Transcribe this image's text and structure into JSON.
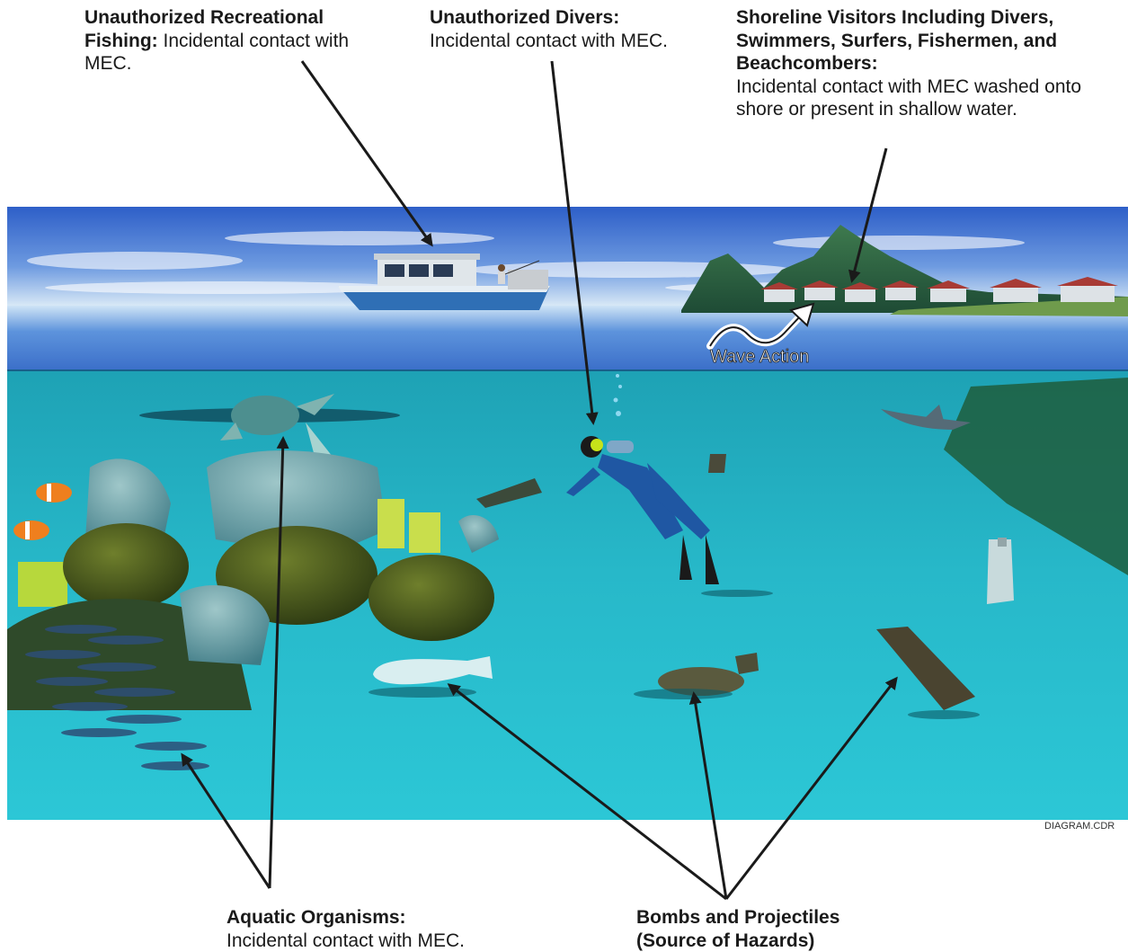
{
  "labels": {
    "fishing": {
      "title": "Unauthorized Recreational Fishing:",
      "text": " Incidental contact with MEC."
    },
    "divers": {
      "title": "Unauthorized Divers:",
      "text": "Incidental contact with MEC."
    },
    "shore": {
      "title": "Shoreline Visitors Including Divers, Swimmers, Surfers, Fishermen, and Beachcombers:",
      "text": "Incidental contact with MEC washed onto shore or present in shallow water."
    },
    "aquatic": {
      "title": "Aquatic Organisms:",
      "text": "Incidental contact with MEC."
    },
    "bombs": {
      "title": "Bombs and Projectiles",
      "text": "(Source of Hazards)"
    }
  },
  "scene": {
    "wave_label": "Wave Action"
  },
  "file_tag": "DIAGRAM.CDR",
  "colors": {
    "sky": "#3a6fd0",
    "water_surface": "#6fa8e0",
    "underwater": "#27b8c9",
    "seabed": "#1fc2d0",
    "arrow": "#1a1a1a"
  }
}
